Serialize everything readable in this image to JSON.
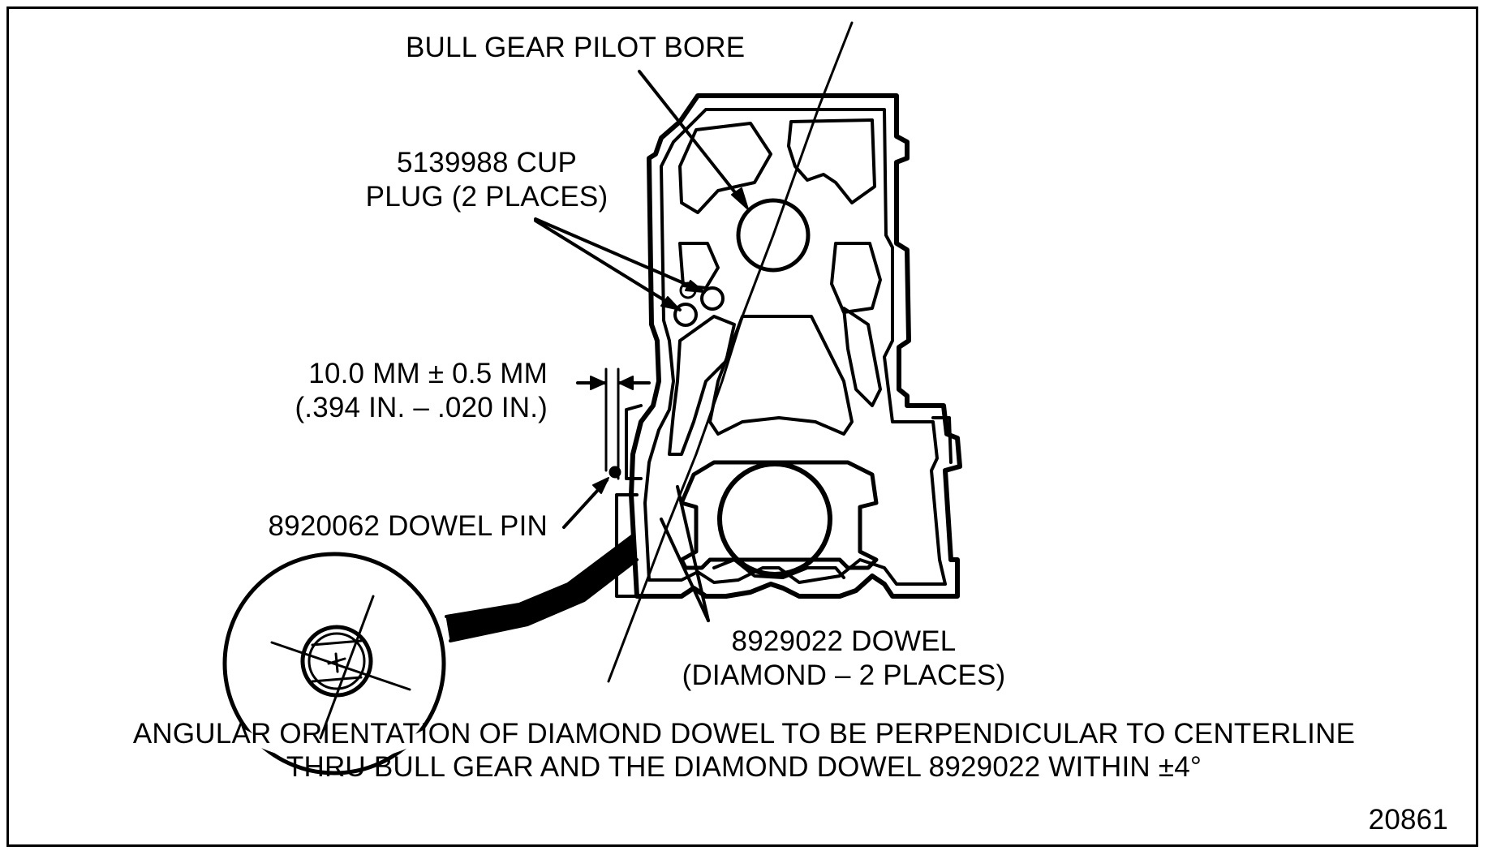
{
  "labels": {
    "bull_gear_pilot_bore": "BULL GEAR PILOT BORE",
    "cup_plug_line1": "5139988 CUP",
    "cup_plug_line2": "PLUG (2 PLACES)",
    "dimension_line1": "10.0 MM ± 0.5 MM",
    "dimension_line2": "(.394 IN. – .020 IN.)",
    "dowel_pin": "8920062 DOWEL PIN",
    "diamond_dowel_line1": "8929022 DOWEL",
    "diamond_dowel_line2": "(DIAMOND – 2 PLACES)",
    "orientation_note_line1": "ANGULAR ORIENTATION OF DIAMOND DOWEL TO BE PERPENDICULAR TO CENTERLINE",
    "orientation_note_line2": "THRU BULL GEAR AND THE DIAMOND DOWEL 8929022 WITHIN ±4°",
    "figure_number": "20861"
  },
  "colors": {
    "ink": "#000000",
    "paper": "#ffffff"
  }
}
